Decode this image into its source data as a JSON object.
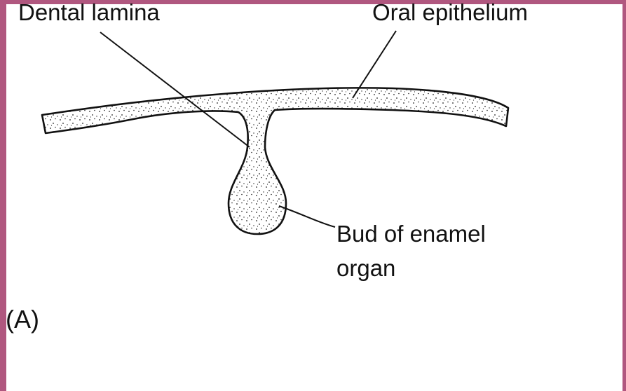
{
  "colors": {
    "frame": "#b0577f",
    "ink": "#111111",
    "background": "#ffffff"
  },
  "labels": {
    "dental_lamina": "Dental lamina",
    "oral_epithelium": "Oral epithelium",
    "bud_line1": "Bud of enamel",
    "bud_line2": "organ",
    "panel": "(A)"
  }
}
